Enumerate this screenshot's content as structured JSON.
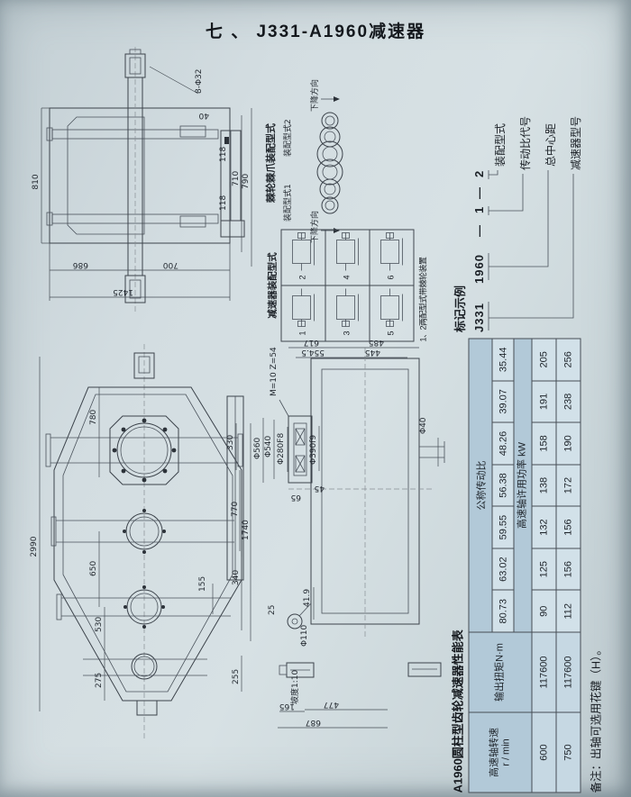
{
  "page": {
    "title": "七 、 J331-A1960减速器"
  },
  "top_view": {
    "dims": {
      "w810": "810",
      "bolt": "8-Φ32",
      "d40": "40",
      "d118a": "118",
      "d118b": "118",
      "d710": "710",
      "d790": "790",
      "d686": "686",
      "d700": "700",
      "d1425": "1425"
    }
  },
  "ratchet": {
    "title": "棘轮棘爪装配型式",
    "group1": {
      "label": "装配型式1",
      "dir": "下降方向"
    },
    "group2": {
      "label": "装配型式2",
      "dir": "下降方向"
    }
  },
  "assembly_grid": {
    "title": "减速器装配型式",
    "cells": [
      "1",
      "2",
      "3",
      "4",
      "5",
      "6"
    ],
    "note": "1、2两配型式带棘轮装置"
  },
  "marking": {
    "title": "标记示例",
    "code": [
      "J331",
      "1960",
      "—",
      "1",
      "—",
      "2"
    ],
    "labels": [
      "装配型式",
      "传动比代号",
      "总中心距",
      "减速器型号"
    ]
  },
  "front_view": {
    "dims": {
      "d2990": "2990",
      "d780": "780",
      "d650": "650",
      "d530": "530",
      "d275": "275",
      "d330": "330",
      "d770": "770",
      "d1740": "1740",
      "d155": "155",
      "d340": "340",
      "d255": "255"
    }
  },
  "section_view": {
    "dims": {
      "d617": "617",
      "d5545": "554.5",
      "d485": "485",
      "d445": "445",
      "gear": "M=10 Z=54",
      "d560": "Φ560",
      "d540": "Φ540",
      "d280": "Φ280F8",
      "d390": "Φ390f9",
      "d45": "45",
      "d65": "65",
      "d40": "Φ40",
      "d419": "41.9",
      "d25": "25",
      "d110": "Φ110",
      "slope": "坡度1:10",
      "d165": "165",
      "d477": "477",
      "d687": "687"
    }
  },
  "table": {
    "title": "A1960圆柱型齿轮减速器性能表",
    "speed_header_l1": "高速轴转速",
    "speed_header_l2": "r / min",
    "torque_header": "输出扭矩N·m",
    "ratio_header": "公称传动比",
    "power_header": "高速轴许用功率 kW",
    "ratios": [
      "80.73",
      "63.02",
      "59.55",
      "56.38",
      "48.26",
      "39.07",
      "35.44"
    ],
    "rows": [
      {
        "speed": "600",
        "torque": "117600",
        "powers": [
          "90",
          "125",
          "132",
          "138",
          "158",
          "191",
          "205"
        ]
      },
      {
        "speed": "750",
        "torque": "117600",
        "powers": [
          "112",
          "156",
          "156",
          "172",
          "190",
          "238",
          "256"
        ]
      }
    ]
  },
  "footnote": "备注：出轴可选用花键（H）。"
}
